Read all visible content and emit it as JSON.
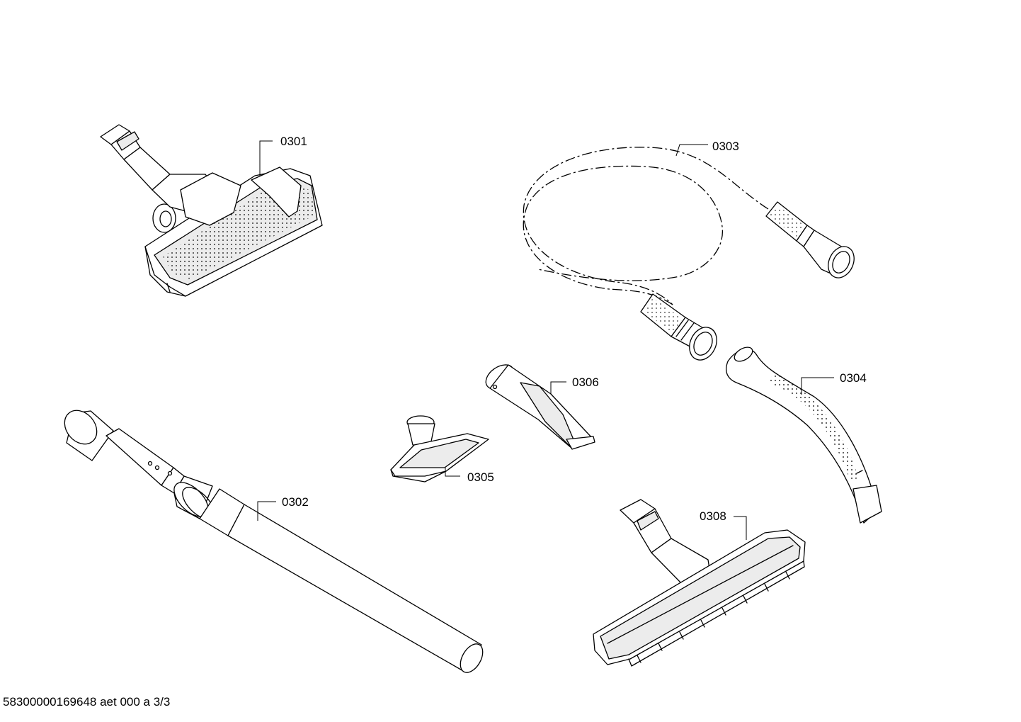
{
  "parts": [
    {
      "id": "p0301",
      "label": "0301",
      "name": "floor-nozzle"
    },
    {
      "id": "p0302",
      "label": "0302",
      "name": "telescopic-tube"
    },
    {
      "id": "p0303",
      "label": "0303",
      "name": "suction-hose"
    },
    {
      "id": "p0304",
      "label": "0304",
      "name": "hose-handle"
    },
    {
      "id": "p0305",
      "label": "0305",
      "name": "upholstery-nozzle"
    },
    {
      "id": "p0306",
      "label": "0306",
      "name": "crevice-nozzle"
    },
    {
      "id": "p0308",
      "label": "0308",
      "name": "parquet-nozzle"
    }
  ],
  "footer": {
    "text": "58300000169648 aet 000 a 3/3"
  },
  "colors": {
    "line": "#000000",
    "background": "#ffffff"
  }
}
